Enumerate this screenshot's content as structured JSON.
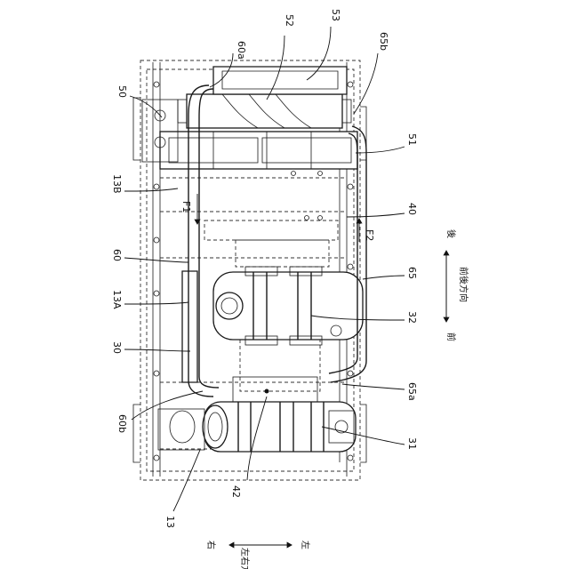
{
  "labels": {
    "l60a": "60a",
    "l52": "52",
    "l53": "53",
    "l65b": "65b",
    "l50": "50",
    "l51": "51",
    "l13B": "13B",
    "lF1": "F1",
    "l40": "40",
    "lF2": "F2",
    "l60": "60",
    "l65": "65",
    "l13A": "13A",
    "l32": "32",
    "l30": "30",
    "l65a": "65a",
    "l60b": "60b",
    "l31": "31",
    "l42": "42",
    "l13": "13"
  },
  "direction_fb": {
    "front": "前",
    "back": "後",
    "caption": "前後方向"
  },
  "direction_lr": {
    "right": "右",
    "left": "左",
    "caption": "左右方向"
  }
}
